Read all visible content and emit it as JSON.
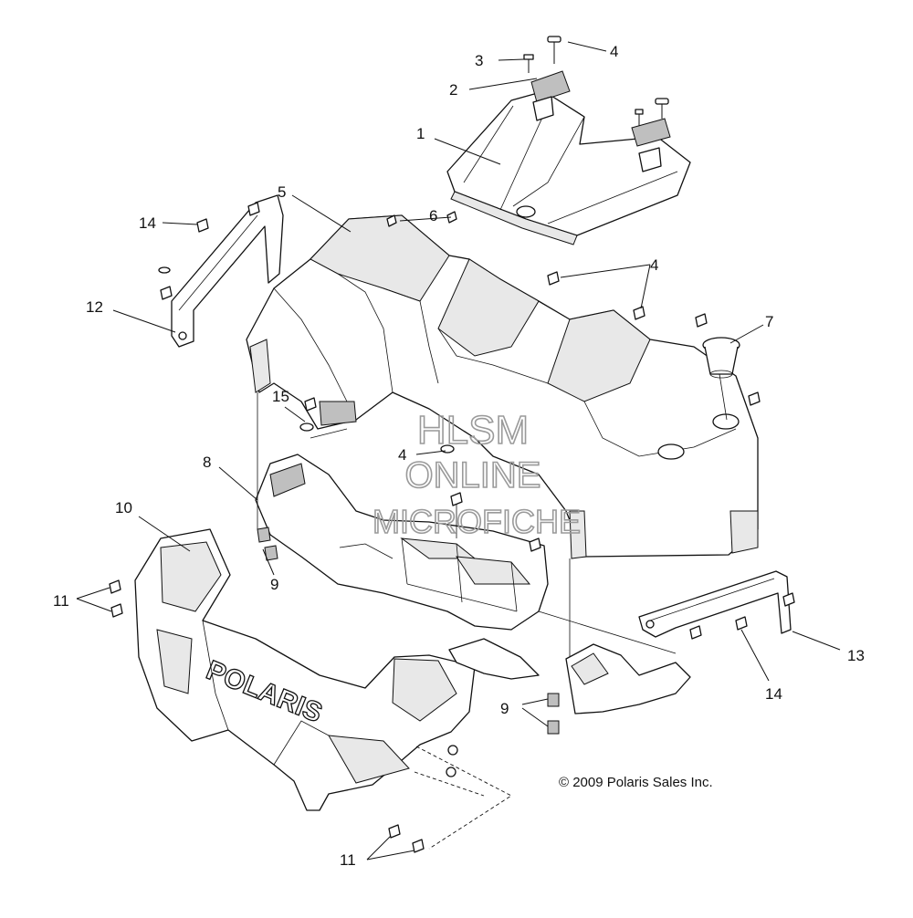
{
  "diagram": {
    "callouts": {
      "c1": "1",
      "c2": "2",
      "c3": "3",
      "c4a": "4",
      "c4b": "4",
      "c4c": "4",
      "c5": "5",
      "c6": "6",
      "c7": "7",
      "c8": "8",
      "c9a": "9",
      "c9b": "9",
      "c10": "10",
      "c11a": "11",
      "c11b": "11",
      "c12": "12",
      "c13": "13",
      "c14a": "14",
      "c14b": "14",
      "c15": "15"
    },
    "watermark": {
      "line1": "HLSM",
      "line2": "ONLINE",
      "line3": "MICROFICHE"
    },
    "copyright": "© 2009 Polaris Sales Inc."
  }
}
